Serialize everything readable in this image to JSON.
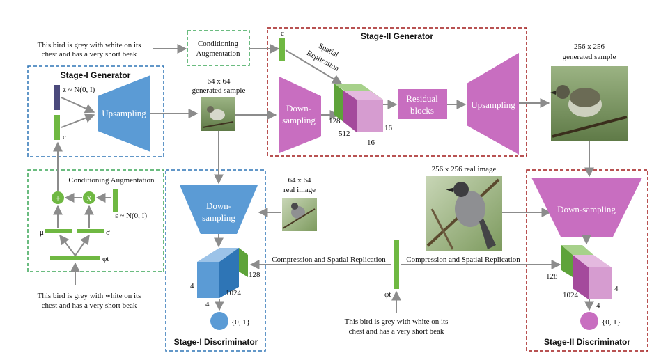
{
  "text_description": "This bird is grey with white on its chest and has a very short beak",
  "text_lines": [
    "This bird is grey with white on its",
    "chest and has a very short beak"
  ],
  "conditioning_augmentation_box": [
    "Conditioning",
    "Augmentation"
  ],
  "conditioning_augmentation_label": "Conditioning Augmentation",
  "stage1_generator": {
    "title": "Stage-I Generator",
    "noise_label": "z ~ N(0, I)",
    "c_label": "c",
    "upsampling": "Upsampling"
  },
  "ca_module": {
    "plus": "+",
    "times": "x",
    "epsilon_label": "ε ~ N(0, I)",
    "mu": "μ",
    "sigma": "σ",
    "phi": "φt"
  },
  "stage1_sample": [
    "64 x 64",
    "generated sample"
  ],
  "stage2_generator": {
    "title": "Stage-II Generator",
    "c_label": "c",
    "spatial_replication": [
      "Spatial",
      "Replication"
    ],
    "downsampling": [
      "Down-",
      "sampling"
    ],
    "dims": {
      "a": "128",
      "b": "512",
      "c": "16",
      "d": "16"
    },
    "residual_blocks": [
      "Residual",
      "blocks"
    ],
    "upsampling": "Upsampling"
  },
  "stage2_sample": [
    "256 x 256",
    "generated sample"
  ],
  "real_image_64": [
    "64 x 64",
    "real image"
  ],
  "real_image_256": "256 x 256 real image",
  "stage1_discriminator": {
    "title": "Stage-I Discriminator",
    "downsampling": [
      "Down-",
      "sampling"
    ],
    "dims": {
      "a": "128",
      "b": "4",
      "c": "1024",
      "d": "4"
    },
    "output": "{0, 1}"
  },
  "stage2_discriminator": {
    "title": "Stage-II Discriminator",
    "downsampling": "Down-sampling",
    "dims": {
      "a": "128",
      "b": "1024",
      "c": "4",
      "d": "4"
    },
    "output": "{0, 1}"
  },
  "compression_label": "Compression and Spatial Replication",
  "phi_label": "φt",
  "colors": {
    "green": "#6fb842",
    "purple": "#c86ec0",
    "blue": "#5b9bd5",
    "navy": "#4b4a7c",
    "red_border": "#a01818",
    "blue_border": "#2e75b6",
    "green_border": "#3aa556",
    "arrow": "#8c8c8c"
  }
}
